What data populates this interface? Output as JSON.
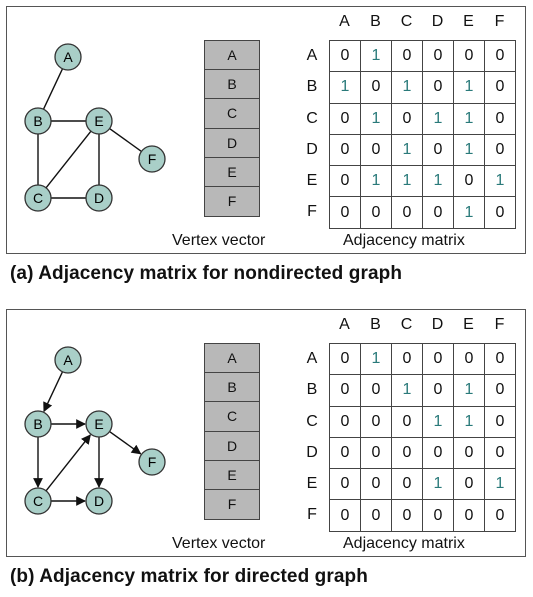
{
  "panels": [
    {
      "id": "a",
      "caption": "(a) Adjacency matrix for nondirected graph",
      "vector_caption": "Vertex vector",
      "matrix_caption": "Adjacency matrix",
      "vertices": [
        "A",
        "B",
        "C",
        "D",
        "E",
        "F"
      ],
      "edges": [
        [
          "A",
          "B"
        ],
        [
          "B",
          "E"
        ],
        [
          "B",
          "C"
        ],
        [
          "C",
          "E"
        ],
        [
          "C",
          "D"
        ],
        [
          "D",
          "E"
        ],
        [
          "E",
          "F"
        ]
      ],
      "directed": false,
      "matrix": [
        [
          "0",
          "1",
          "0",
          "0",
          "0",
          "0"
        ],
        [
          "1",
          "0",
          "1",
          "0",
          "1",
          "0"
        ],
        [
          "0",
          "1",
          "0",
          "1",
          "1",
          "0"
        ],
        [
          "0",
          "0",
          "1",
          "0",
          "1",
          "0"
        ],
        [
          "0",
          "1",
          "1",
          "1",
          "0",
          "1"
        ],
        [
          "0",
          "0",
          "0",
          "0",
          "1",
          "0"
        ]
      ]
    },
    {
      "id": "b",
      "caption": "(b) Adjacency matrix for directed graph",
      "vector_caption": "Vertex vector",
      "matrix_caption": "Adjacency matrix",
      "vertices": [
        "A",
        "B",
        "C",
        "D",
        "E",
        "F"
      ],
      "edges": [
        [
          "A",
          "B"
        ],
        [
          "B",
          "E"
        ],
        [
          "B",
          "C"
        ],
        [
          "C",
          "E"
        ],
        [
          "C",
          "D"
        ],
        [
          "E",
          "D"
        ],
        [
          "E",
          "F"
        ]
      ],
      "directed": true,
      "matrix": [
        [
          "0",
          "1",
          "0",
          "0",
          "0",
          "0"
        ],
        [
          "0",
          "0",
          "1",
          "0",
          "1",
          "0"
        ],
        [
          "0",
          "0",
          "0",
          "1",
          "1",
          "0"
        ],
        [
          "0",
          "0",
          "0",
          "0",
          "0",
          "0"
        ],
        [
          "0",
          "0",
          "0",
          "1",
          "0",
          "1"
        ],
        [
          "0",
          "0",
          "0",
          "0",
          "0",
          "0"
        ]
      ]
    }
  ],
  "colors": {
    "node_fill": "#a9cfc8",
    "node_stroke": "#333333",
    "one_digit": "#2a7a7a",
    "vector_fill": "#b8b8b8"
  }
}
